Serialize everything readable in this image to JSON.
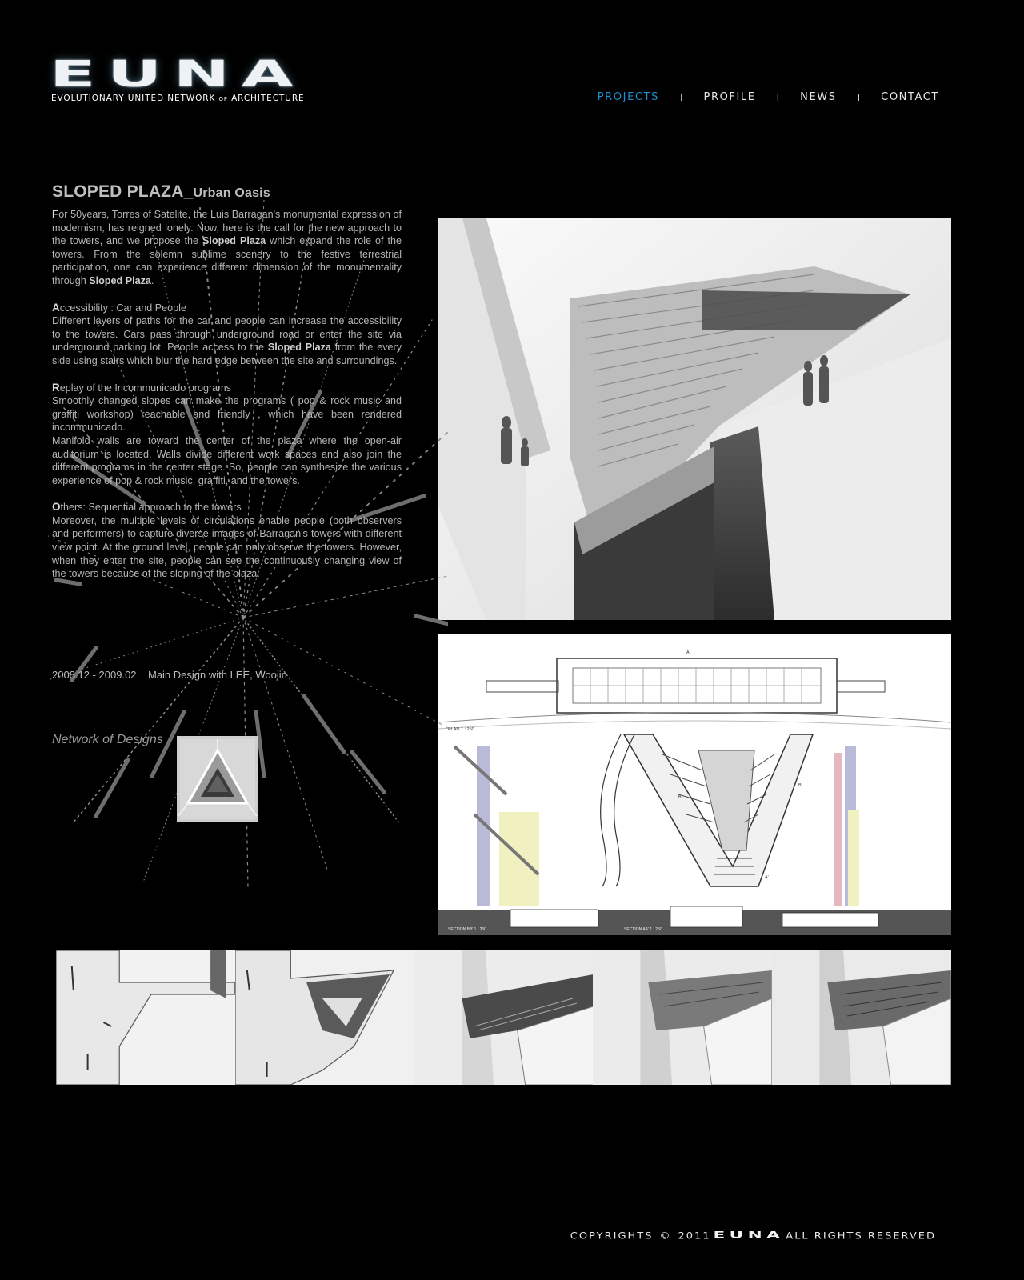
{
  "header": {
    "logo_text": "EUNA",
    "tagline_part1": "EVOLUTIONARY UNITED NETWORK ",
    "tagline_small": "OF",
    "tagline_part2": " ARCHITECTURE"
  },
  "nav": {
    "items": [
      {
        "label": "PROJECTS",
        "active": true
      },
      {
        "label": "PROFILE",
        "active": false
      },
      {
        "label": "NEWS",
        "active": false
      },
      {
        "label": "CONTACT",
        "active": false
      }
    ],
    "separator": "I",
    "active_color": "#1c8fd0"
  },
  "project": {
    "title": "SLOPED PLAZA",
    "title_sep": "_",
    "subtitle": "Urban Oasis",
    "intro": {
      "cap": "F",
      "t1": "or 50years, Torres of Satelite, the Luis Barragan's monumental expression of modernism, has reigned lonely. Now, here is the call for the new approach to the towers, and we propose the ",
      "b1": "Sloped Plaza",
      "t2": " which expand the role of the towers. From the solemn sublime scenery to the festive terrestrial participation, one can experience different dimension of the monumentality through ",
      "b2": "Sloped Plaza",
      "t3": "."
    },
    "accessibility": {
      "cap": "A",
      "heading": "ccessibility : Car and People",
      "t1": "Different layers of paths for the car and people can increase the accessibility to the towers. Cars pass through underground road or enter the site via underground parking lot. People access to the ",
      "b1": "Sloped Plaza",
      "t2": " from the every side using stairs which blur the hard edge between the site and surroundings."
    },
    "replay": {
      "cap": "R",
      "heading": "eplay of the Incommunicado programs",
      "t1": "Smoothly changed slopes can make the programs ( pop & rock music and graffiti workshop) reachable and friendly , which have been rendered incommunicado.",
      "t2": "Manifold walls are toward the center of the plaza where the open-air auditorium is located. Walls divide different work spaces and also join the different programs in the center stage. So, people can synthesize the various experience of pop & rock music, graffiti, and the towers."
    },
    "others": {
      "cap": "O",
      "heading": "thers: Sequential approach to the towers",
      "t1": "Moreover, the multiple levels of circulations enable people (both observers and performers) to capture diverse images of Barragan's towers with different view point. At the ground level, people can only observe the towers. However, when they enter the site, people can see the continuously changing view of the towers because of the sloping of the plaza."
    },
    "credit": "2008.12 - 2009.02    Main Design with LEE, Woojin",
    "network_label": "Network of Designs"
  },
  "plan_labels": {
    "plan": "PLAN  1 : 250",
    "section1": "SECTION BB'  1 : 250",
    "section2": "SECTION AA'  1 : 250",
    "a": "A",
    "a2": "A'",
    "b": "B",
    "b2": "B'"
  },
  "plan_colors": {
    "blue": "#b9b9d8",
    "yellow": "#f1f0c0",
    "red": "#e5b8c0"
  },
  "footer": {
    "copyright": "COPYRIGHTS",
    "symbol": "©",
    "year": "2011",
    "brand": "EUNA",
    "rights": "ALL RIGHTS RESERVED"
  }
}
